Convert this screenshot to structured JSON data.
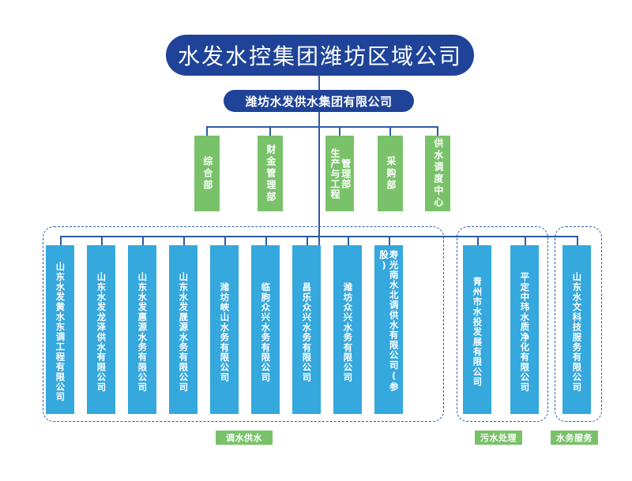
{
  "root": {
    "title": "水发水控集团潍坊区域公司",
    "subtitle": "潍坊水发供水集团有限公司"
  },
  "colors": {
    "root_blue": "#1f4398",
    "line_blue": "#2a5caa",
    "dept_green": "#79c26a",
    "subsidiary_blue": "#35a8dd",
    "background": "#ffffff"
  },
  "departments": [
    {
      "name": "综合部",
      "col1": "综合部",
      "col2": ""
    },
    {
      "name": "财金管理部",
      "col1": "财金管理部",
      "col2": ""
    },
    {
      "name": "生产与工程管理部",
      "col1": "生产与工程",
      "col2": "管理部"
    },
    {
      "name": "采购部",
      "col1": "采购部",
      "col2": ""
    },
    {
      "name": "供水调度中心",
      "col1": "供水调度中心",
      "col2": ""
    }
  ],
  "subsidiaries": [
    {
      "name": "山东水发黄水东调工程有限公司",
      "group": "调水供水"
    },
    {
      "name": "山东水发龙泽供水有限公司",
      "group": "调水供水"
    },
    {
      "name": "山东水发惠源水务有限公司",
      "group": "调水供水"
    },
    {
      "name": "山东水发晟源水务有限公司",
      "group": "调水供水"
    },
    {
      "name": "潍坊峡山水务有限公司",
      "group": "调水供水"
    },
    {
      "name": "临朐众兴水务有限公司",
      "group": "调水供水"
    },
    {
      "name": "昌乐众兴水务有限公司",
      "group": "调水供水"
    },
    {
      "name": "潍坊众兴水务有限公司",
      "group": "调水供水"
    },
    {
      "name": "寿光南水北调供水有限公司(参股)",
      "group": "调水供水"
    },
    {
      "name": "青州市水投发展有限公司",
      "group": "污水处理"
    },
    {
      "name": "平定中玮水质净化有限公司",
      "group": "污水处理"
    },
    {
      "name": "山东水文科技服务有限公司",
      "group": "水务服务"
    }
  ],
  "categories": [
    {
      "label": "调水供水"
    },
    {
      "label": "污水处理"
    },
    {
      "label": "水务服务"
    }
  ]
}
